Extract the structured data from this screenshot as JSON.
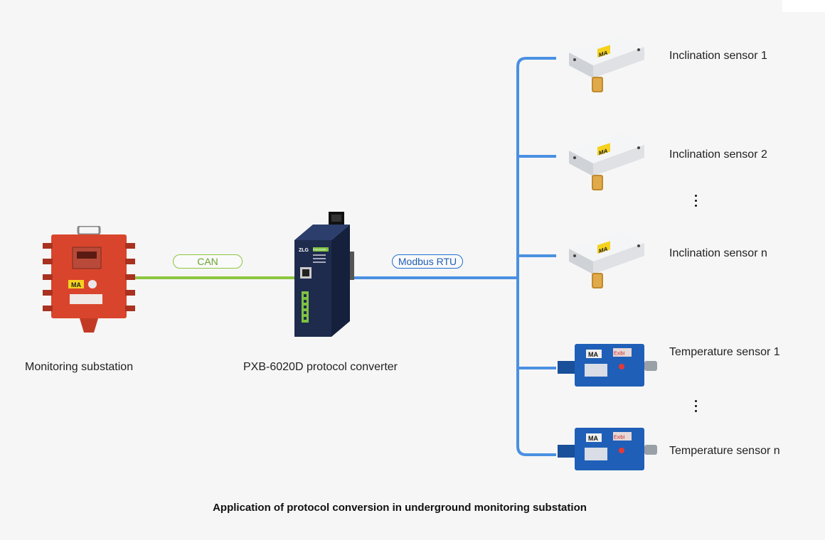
{
  "diagram": {
    "caption": "Application of protocol conversion in underground monitoring substation",
    "substation_label": "Monitoring substation",
    "converter_label": "PXB-6020D protocol converter",
    "link_can": "CAN",
    "link_modbus": "Modbus RTU",
    "sensors": [
      {
        "label": "Inclination sensor 1"
      },
      {
        "label": "Inclination sensor 2"
      },
      {
        "label": "Inclination sensor n"
      },
      {
        "label": "Temperature sensor 1"
      },
      {
        "label": "Temperature sensor n"
      }
    ],
    "device_marks": {
      "ma": "MA",
      "converter_brand": "ZLG",
      "converter_model": "PXB-6020D",
      "exbi": "ExibI"
    }
  },
  "colors": {
    "can_line": "#8cc63f",
    "modbus_line": "#4a90e2",
    "substation_body": "#d9452c",
    "sensor_body": "#1f5fb8",
    "inclination_body": "#e9eaec"
  }
}
